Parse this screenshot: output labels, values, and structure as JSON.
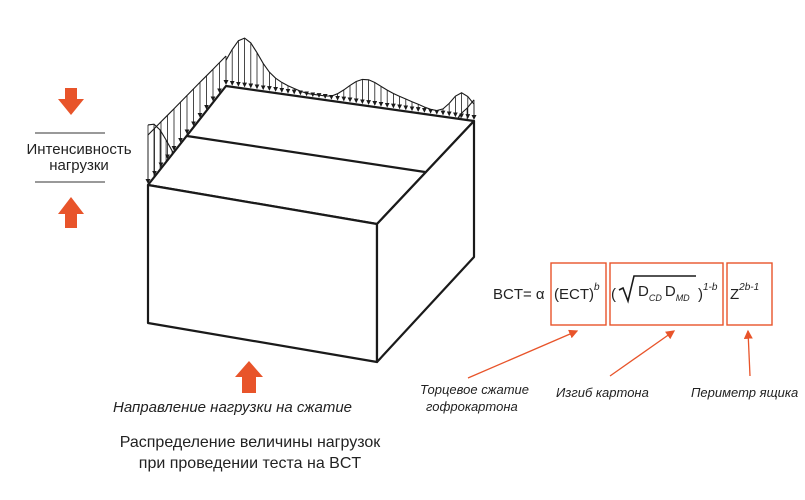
{
  "colors": {
    "accent": "#e8542a",
    "line": "#1a1a1a",
    "box": "#e8542a"
  },
  "left_label": {
    "line1": "Интенсивность",
    "line2": "нагрузки"
  },
  "direction_caption": "Направление нагрузки на сжатие",
  "figure_caption": {
    "line1": "Распределение величины нагрузок",
    "line2": "при проведении теста на BCT"
  },
  "formula": {
    "lhs": "BCT= α",
    "ect": "(ECT)",
    "ect_exp": "b",
    "open_paren": "(",
    "sqrt_sign": "√",
    "d": "D",
    "cd": "CD",
    "md": "MD",
    "close_paren": ")",
    "root_exp": "1-b",
    "z": "Z",
    "z_exp": "2b-1"
  },
  "annotations": {
    "ect_line1": "Торцевое сжатие",
    "ect_line2": "гофрокартона",
    "bend": "Изгиб картона",
    "perimeter": "Периметр ящика"
  }
}
